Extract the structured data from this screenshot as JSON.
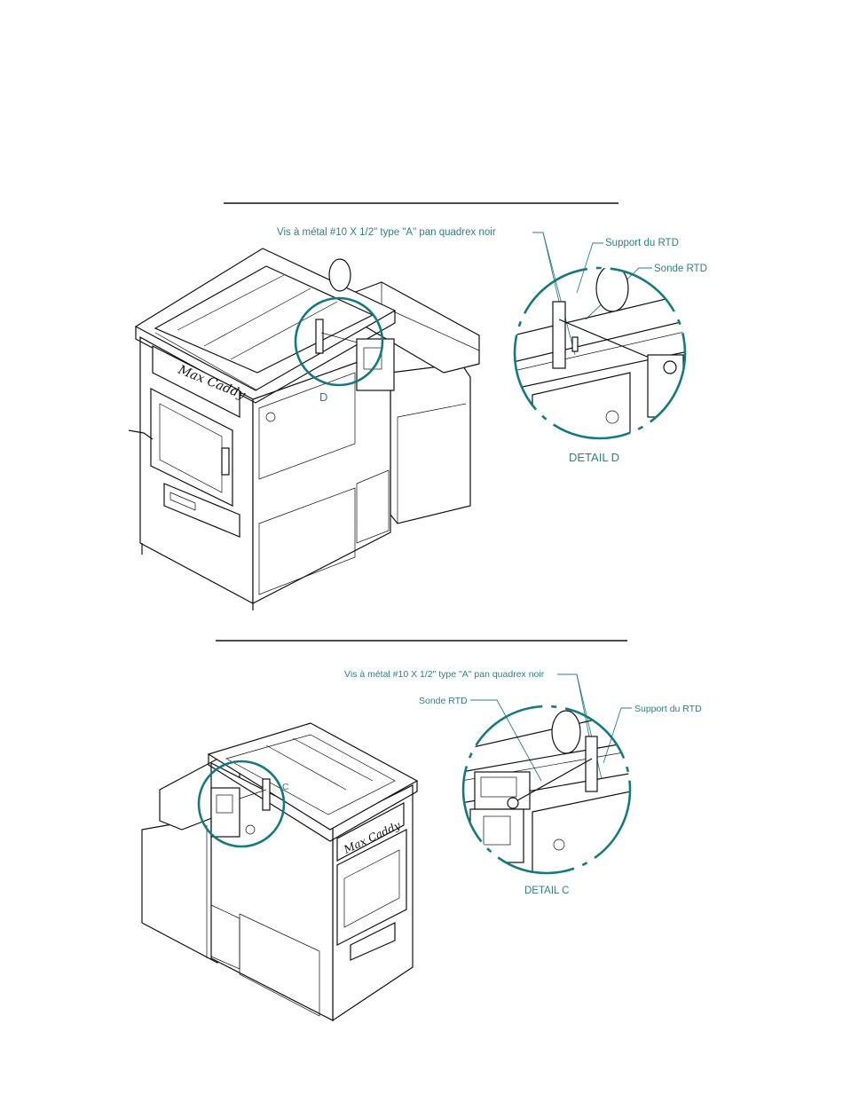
{
  "top": {
    "callouts": {
      "screw": "Vis à métal #10  X 1/2\" type \"A\" pan quadrex noir",
      "support": "Support du RTD",
      "probe": "Sonde RTD"
    },
    "circle_letter": "D",
    "detail_caption": "DETAIL D"
  },
  "bottom": {
    "callouts": {
      "screw": "Vis à métal #10  X 1/2\" type \"A\" pan quadrex noir",
      "probe": "Sonde RTD",
      "support": "Support du RTD"
    },
    "circle_letter": "C",
    "detail_caption": "DETAIL C"
  },
  "colors": {
    "accent": "#137b80",
    "label": "#2f7f86",
    "line": "#111111"
  }
}
